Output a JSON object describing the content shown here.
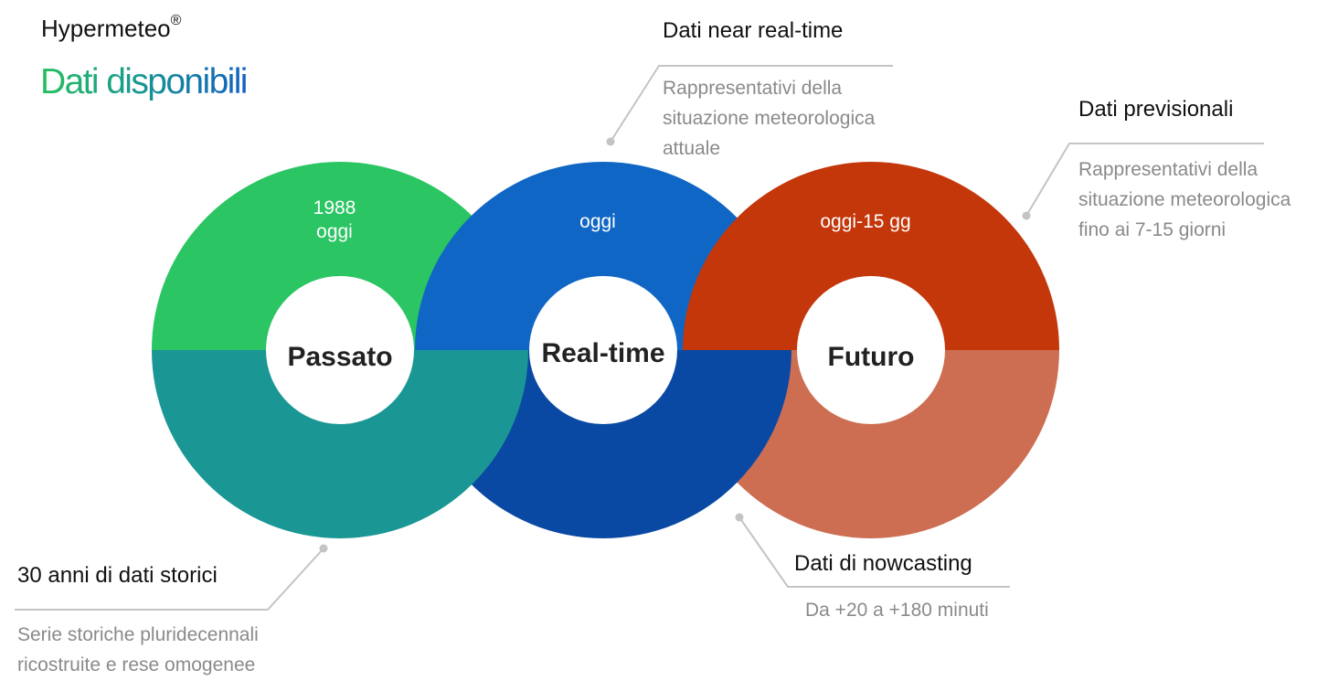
{
  "header": {
    "brand": "Hypermeteo",
    "brand_mark": "®",
    "title": "Dati disponibili"
  },
  "circles": [
    {
      "id": "passato",
      "center_label": "Passato",
      "top_label_lines": [
        "1988",
        "oggi"
      ],
      "top_color": "#2BC563",
      "bottom_color": "#1A9795"
    },
    {
      "id": "realtime",
      "center_label": "Real-time",
      "top_label_lines": [
        "oggi"
      ],
      "top_color": "#1066C4",
      "bottom_color": "#0A49A3"
    },
    {
      "id": "futuro",
      "center_label": "Futuro",
      "top_label_lines": [
        "oggi-15 gg"
      ],
      "top_color": "#C3370A",
      "bottom_color": "#CD6E52"
    }
  ],
  "callouts": {
    "near_realtime": {
      "title": "Dati near real-time",
      "description": "Rappresentativi della situazione meteorologica attuale"
    },
    "previsionali": {
      "title": "Dati previsionali",
      "description": "Rappresentativi della situazione meteorologica fino ai 7-15 giorni"
    },
    "storici": {
      "title": "30 anni di dati storici",
      "description": "Serie storiche pluridecennali ricostruite e rese omogenee"
    },
    "nowcasting": {
      "title": "Dati di nowcasting",
      "description": "Da +20 a +180 minuti"
    }
  },
  "colors": {
    "connector": "#C4C4C4",
    "description_text": "#8A8A8A"
  }
}
